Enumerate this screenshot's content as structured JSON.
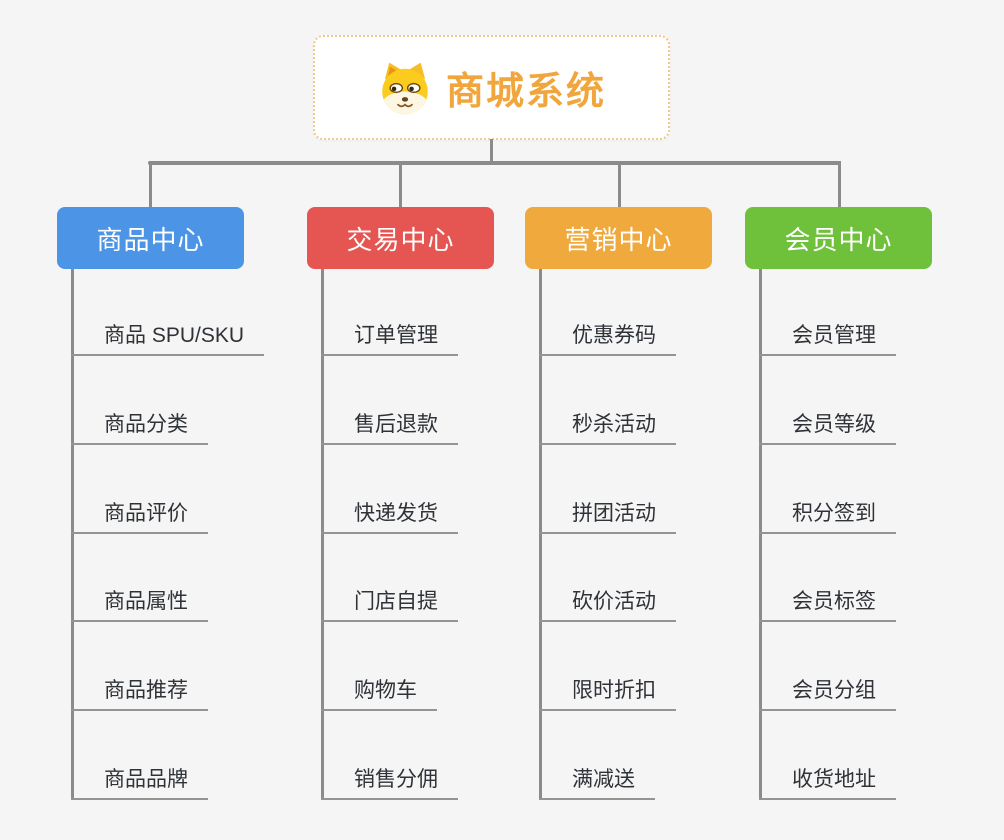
{
  "root": {
    "title": "商城系统",
    "icon": "dog-face-icon"
  },
  "branches": [
    {
      "label": "商品中心",
      "color": "#4B94E6",
      "items": [
        "商品 SPU/SKU",
        "商品分类",
        "商品评价",
        "商品属性",
        "商品推荐",
        "商品品牌"
      ]
    },
    {
      "label": "交易中心",
      "color": "#E55551",
      "items": [
        "订单管理",
        "售后退款",
        "快递发货",
        "门店自提",
        "购物车",
        "销售分佣"
      ]
    },
    {
      "label": "营销中心",
      "color": "#EFA93D",
      "items": [
        "优惠券码",
        "秒杀活动",
        "拼团活动",
        "砍价活动",
        "限时折扣",
        "满减送"
      ]
    },
    {
      "label": "会员中心",
      "color": "#6FC13C",
      "items": [
        "会员管理",
        "会员等级",
        "积分签到",
        "会员标签",
        "会员分组",
        "收货地址"
      ]
    }
  ],
  "colors": {
    "background": "#F5F5F5",
    "accent": "#F0A63D",
    "root_border": "#F2C98A",
    "connector": "#8B8B8B",
    "underline": "#949494",
    "text": "#2F3337"
  }
}
